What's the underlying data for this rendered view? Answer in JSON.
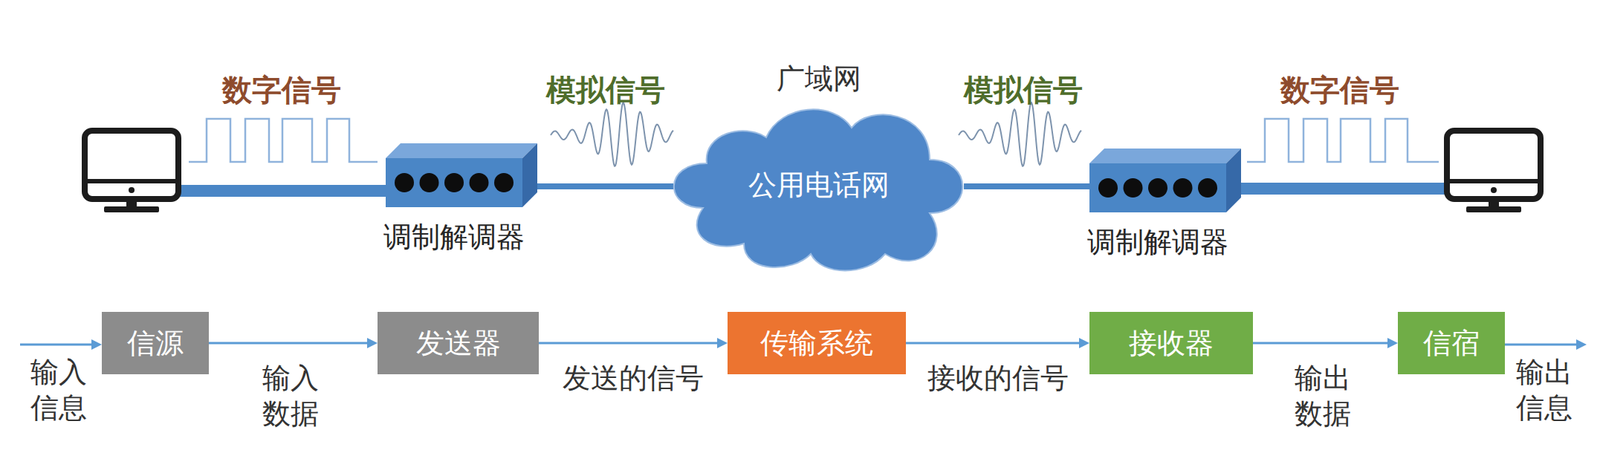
{
  "diagram": {
    "nodes": [
      {
        "text": [
          "调制解调器"
        ]
      },
      {
        "text": [
          "广域网",
          "公用电话网"
        ]
      },
      {
        "text": [
          "调制解调器"
        ]
      },
      {
        "text": [
          "信源"
        ]
      },
      {
        "text": [
          "发送器"
        ]
      },
      {
        "text": [
          "传输系统"
        ]
      },
      {
        "text": [
          "接收器"
        ]
      },
      {
        "text": [
          "信宿"
        ]
      }
    ],
    "edges": [
      {
        "from": 0,
        "to": 1,
        "arrow": "none"
      },
      {
        "from": 1,
        "to": 2,
        "arrow": "none"
      },
      {
        "from": 3,
        "to": 4,
        "label": "输入数据",
        "arrow": "to"
      },
      {
        "from": 4,
        "to": 5,
        "label": "发送的信号",
        "arrow": "to"
      },
      {
        "from": 5,
        "to": 6,
        "label": "接收的信号",
        "arrow": "to"
      },
      {
        "from": 6,
        "to": 7,
        "label": "输出数据",
        "arrow": "to"
      }
    ],
    "labels": [
      "数字信号",
      "模拟信号",
      "模拟信号",
      "数字信号",
      "输入信息",
      "输出信息"
    ]
  }
}
